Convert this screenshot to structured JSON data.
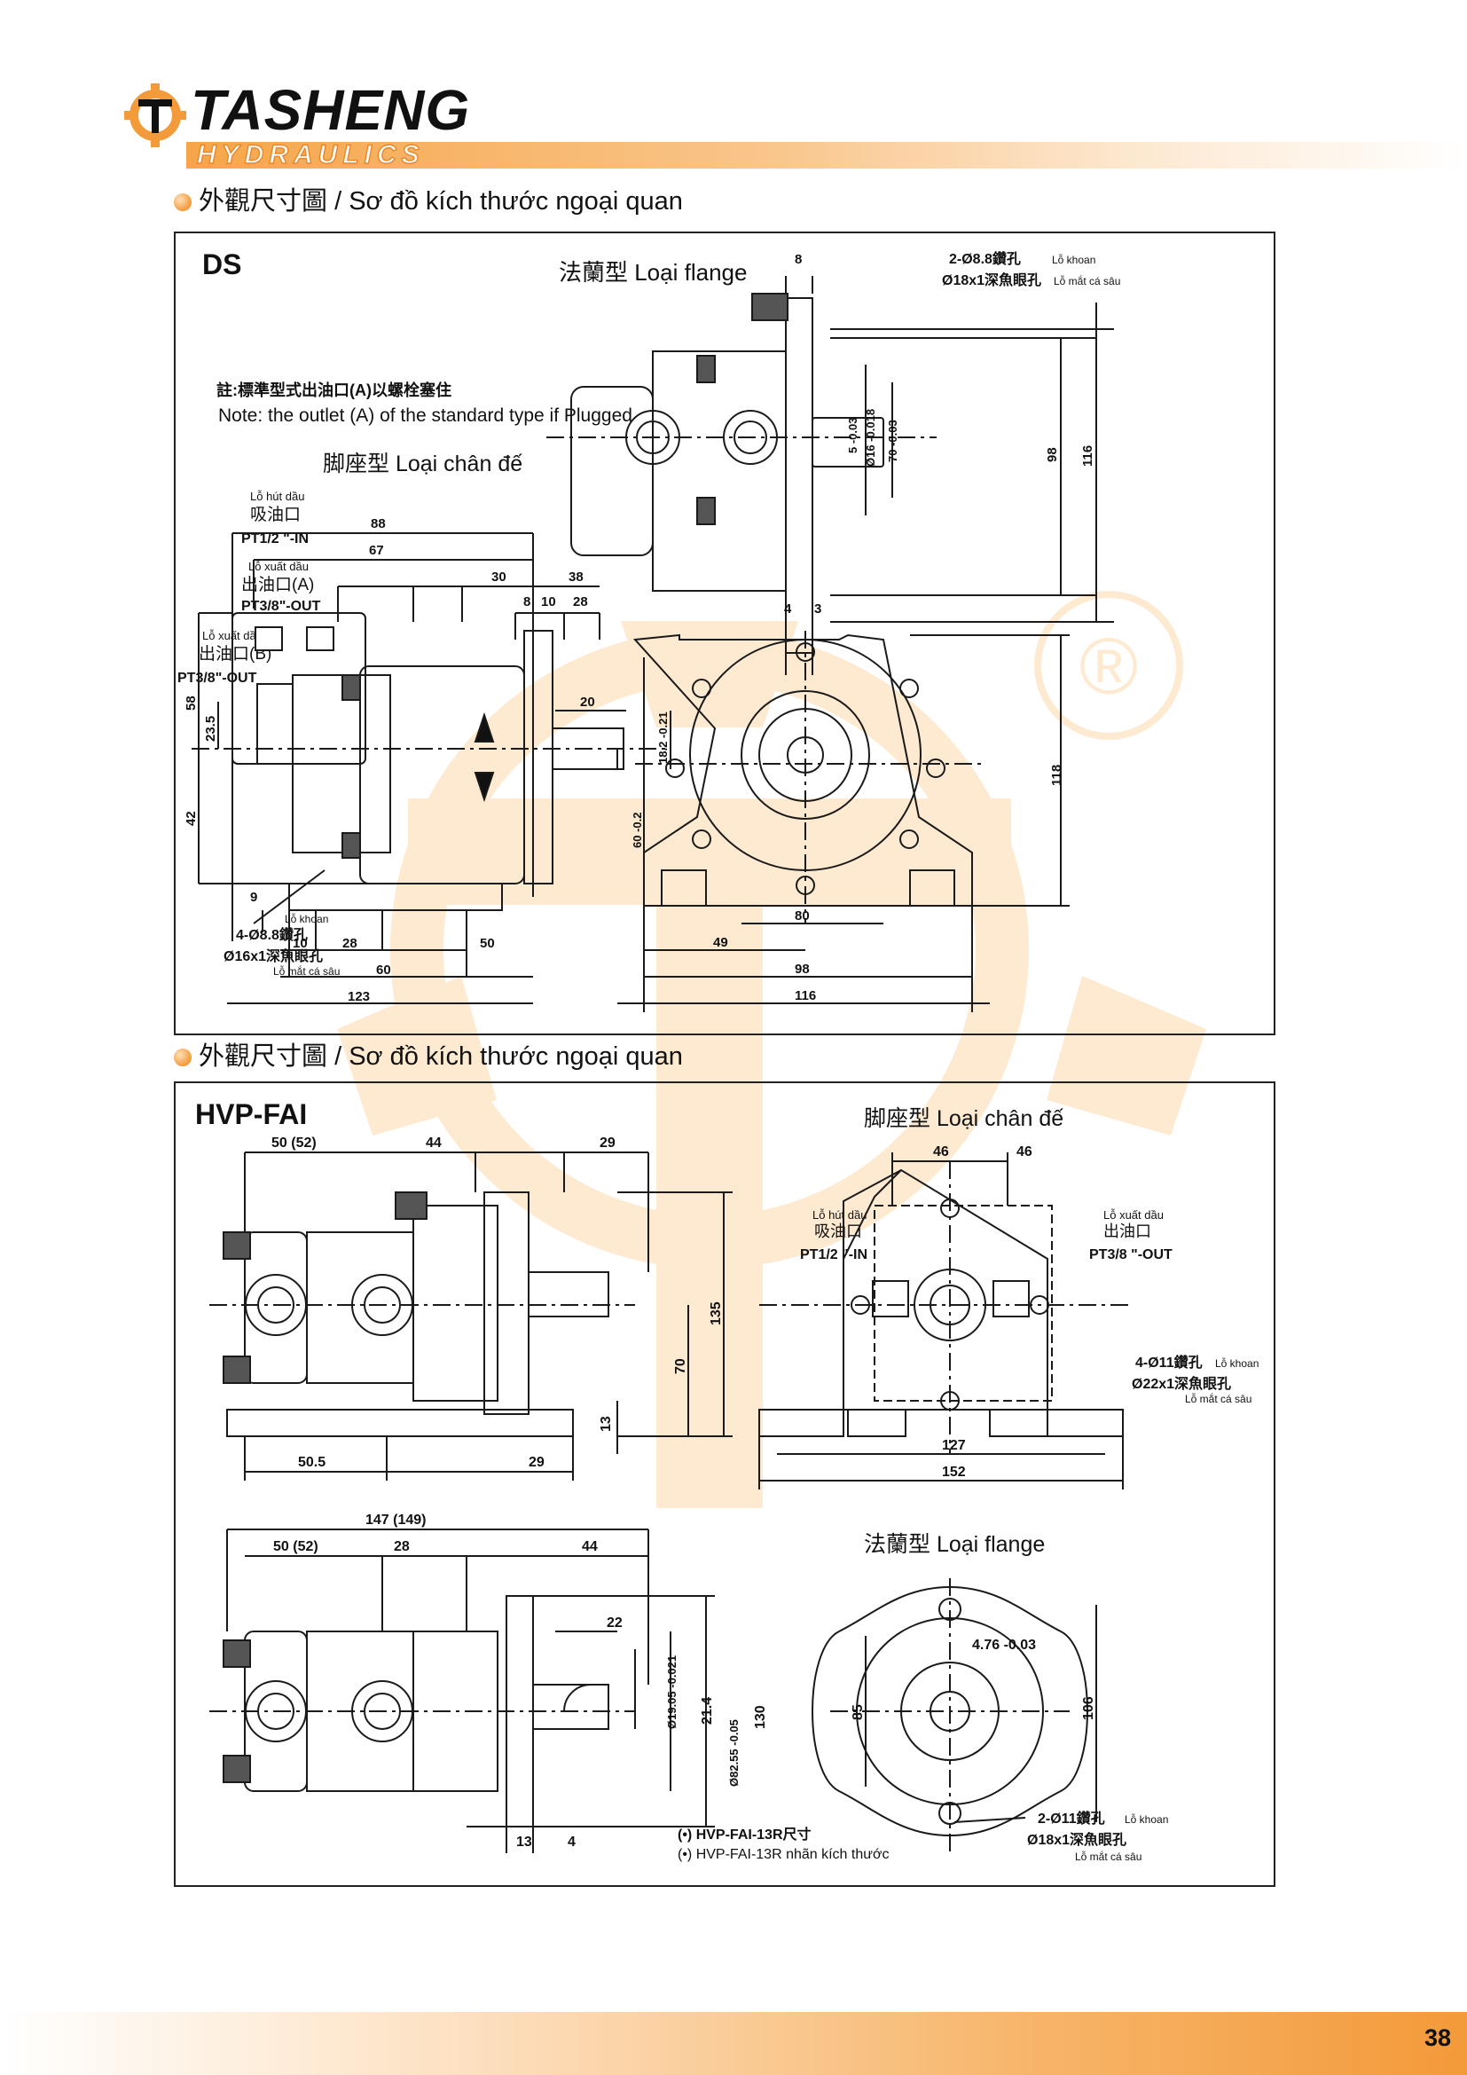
{
  "brand": {
    "name": "TASHENG",
    "sub": "HYDRAULICS",
    "reg": "®"
  },
  "colors": {
    "accent": "#f39a3a",
    "line": "#1a1a1a",
    "watermark": "#fbc47a"
  },
  "sections": [
    {
      "title_cn": "外觀尺寸圖",
      "sep": " / ",
      "title_vn": "Sơ đồ kích thước ngoại quan"
    },
    {
      "title_cn": "外觀尺寸圖",
      "sep": " / ",
      "title_vn": "Sơ đồ kích thước ngoại quan"
    }
  ],
  "ds": {
    "tag": "DS",
    "flange_label": "法蘭型 Loại flange",
    "foot_label": "脚座型 Loại chân đế",
    "note_cn": "註:標準型式出油口(A)以螺栓塞住",
    "note_en": "Note: the outlet (A) of the standard type if Plugged",
    "inlet": {
      "vn": "Lỗ hút dầu",
      "cn": "吸油口",
      "spec": "PT1/2 \"-IN"
    },
    "outlet_a": {
      "vn": "Lỗ xuất dầu",
      "cn": "出油口(A)",
      "spec": "PT3/8\"-OUT"
    },
    "outlet_b": {
      "vn": "Lỗ xuất dầu",
      "cn": "出油口(B)",
      "spec": "PT3/8\"-OUT"
    },
    "flange_hole": {
      "cn1": "2-Ø8.8鑽孔",
      "vn1": "Lỗ khoan",
      "cn2": "Ø18x1深魚眼孔",
      "vn2": "Lỗ mắt cá sâu"
    },
    "foot_hole": {
      "vn1": "Lỗ khoan",
      "cn1": "4-Ø8.8鑽孔",
      "cn2": "Ø16x1深魚眼孔",
      "vn2": "Lỗ mắt cá sâu"
    },
    "dims": {
      "d8": "8",
      "d4": "4",
      "d3": "3",
      "d116v": "116",
      "d98v": "98",
      "d70": "70 -0.03",
      "d16": "Ø16 -0.018",
      "d5": "5 -0.03",
      "d88": "88",
      "d67": "67",
      "d30": "30",
      "d38": "38",
      "d8b": "8",
      "d10": "10",
      "d28": "28",
      "d58": "58",
      "d235": "23.5",
      "d42": "42",
      "d20": "20",
      "d182": "18.2 -0.21",
      "d60v": "60 -0.2",
      "d9": "9",
      "d10b": "10",
      "d28b": "28",
      "d50": "50",
      "d60": "60",
      "d123": "123",
      "d118": "118",
      "d80": "80",
      "d49": "49",
      "d98": "98",
      "d116": "116"
    }
  },
  "hvp": {
    "tag": "HVP-FAI",
    "foot_label": "脚座型 Loại chân đế",
    "flange_label": "法蘭型 Loại flange",
    "inlet": {
      "vn": "Lỗ hút dầu",
      "cn": "吸油口",
      "spec": "PT1/2 \"-IN"
    },
    "outlet": {
      "vn": "Lỗ xuất dầu",
      "cn": "出油口",
      "spec": "PT3/8 \"-OUT"
    },
    "foot_hole": {
      "cn1": "4-Ø11鑽孔",
      "vn1": "Lỗ khoan",
      "cn2": "Ø22x1深魚眼孔",
      "vn2": "Lỗ mắt cá sâu"
    },
    "flange_hole": {
      "cn1": "2-Ø11鑽孔",
      "vn1": "Lỗ khoan",
      "cn2": "Ø18x1深魚眼孔",
      "vn2": "Lỗ mắt cá sâu"
    },
    "note1": "(•) HVP-FAI-13R尺寸",
    "note2": "(•) HVP-FAI-13R nhãn kích thước",
    "dims": {
      "d50": "50 (52)",
      "d44": "44",
      "d29": "29",
      "d135": "135",
      "d70": "70",
      "d13": "13",
      "d505": "50.5",
      "d29b": "29",
      "d46a": "46",
      "d46b": "46",
      "d127": "127",
      "d152": "152",
      "d147": "147 (149)",
      "d50b": "50 (52)",
      "d28": "28",
      "d44b": "44",
      "d22": "22",
      "d1905": "Ø19.05 -0.021",
      "d214": "21.4",
      "d8255": "Ø82.55 -0.05",
      "d130": "130",
      "d13b": "13",
      "d4": "4",
      "d476": "4.76 -0.03",
      "d85": "85",
      "d106": "106"
    }
  },
  "page_number": "38"
}
